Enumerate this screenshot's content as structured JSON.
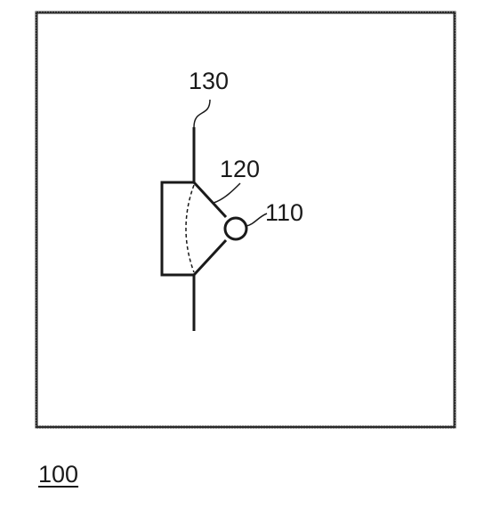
{
  "figure": {
    "figure_number": "100",
    "reference_labels": {
      "line": "130",
      "wedge": "120",
      "circle": "110"
    }
  },
  "colors": {
    "ink": "#1a1a1a",
    "background": "#ffffff"
  }
}
